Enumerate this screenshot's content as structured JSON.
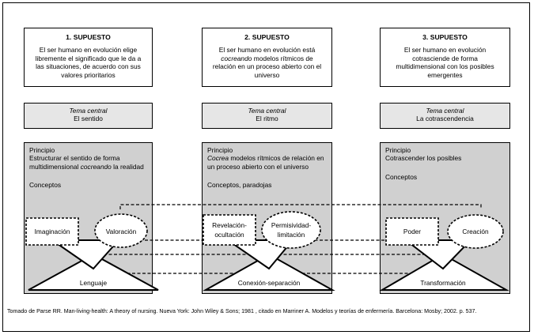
{
  "columns": [
    {
      "supuesto_title": "1. SUPUESTO",
      "supuesto_text": "El ser humano en evolución elige libremente el significado que le da a las situaciones, de acuerdo con sus valores prioritarios",
      "tema_label": "Tema central",
      "tema_value": "El sentido",
      "principio_label": "Principio",
      "principio_text_before": "Estructurar el sentido de forma multidimensional ",
      "principio_text_emph": "cocreando",
      "principio_text_after": " la realidad",
      "conceptos_label": "Conceptos",
      "concept_left": "Imaginación",
      "concept_right": "Valoración",
      "base": "Lenguaje"
    },
    {
      "supuesto_title": "2. SUPUESTO",
      "supuesto_text_before": "El ser humano en evolución está ",
      "supuesto_text_emph": "cocreando",
      "supuesto_text_after": " modelos rítmicos de relación en un proceso abierto con el universo",
      "tema_label": "Tema central",
      "tema_value": "El ritmo",
      "principio_label": "Principio",
      "principio_text_before": "",
      "principio_text_emph": "Cocrea",
      "principio_text_after": " modelos rítmicos de relación en un proceso abierto con el universo",
      "conceptos_label": "Conceptos, paradojas",
      "concept_left_1": "Revelación-",
      "concept_left_2": "ocultación",
      "concept_right_1": "Permisividad-",
      "concept_right_2": "limitación",
      "base": "Conexión-separación"
    },
    {
      "supuesto_title": "3. SUPUESTO",
      "supuesto_text": "El ser humano en evolución cotrasciende de forma multidimensional con los posibles emergentes",
      "tema_label": "Tema central",
      "tema_value": "La cotrascendencia",
      "principio_label": "Principio",
      "principio_text_before": "Cotrascender los posibles",
      "principio_text_emph": "",
      "principio_text_after": "",
      "conceptos_label": "Conceptos",
      "concept_left": "Poder",
      "concept_right": "Creación",
      "base": "Transformación"
    }
  ],
  "credit": "Tomado de Parse RR. Man-living-health: A theory of nursing. Nueva York: John Wiley & Sons; 1981 , citado en Marriner A. Modelos y teorías de enfermería. Barcelona: Mosby; 2002. p. 537."
}
